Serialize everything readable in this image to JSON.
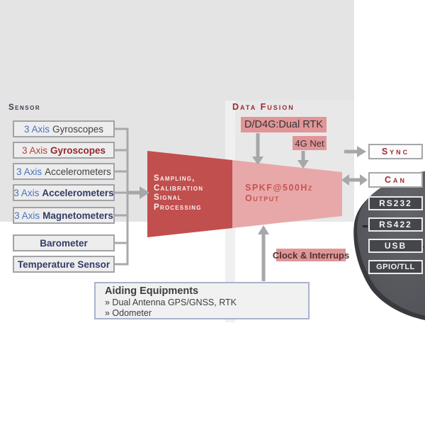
{
  "diagram": {
    "sensor": {
      "label": "Sensor",
      "boxes": [
        {
          "prefix": "3 Axis",
          "name": "Gyroscopes"
        },
        {
          "prefix": "3 Axis",
          "name": "Gyroscopes"
        },
        {
          "prefix": "3 Axis",
          "name": "Accelerometers"
        },
        {
          "prefix": "3 Axis",
          "name": "Accelerometers"
        },
        {
          "prefix": "3 Axis",
          "name": "Magnetometers"
        },
        {
          "prefix": "",
          "name": "Barometer"
        },
        {
          "prefix": "",
          "name": "Temperature Sensor"
        }
      ]
    },
    "fusion": {
      "label": "Data Fusion",
      "rtk_box": "D/D4G:Dual RTK",
      "net_box": "4G Net",
      "clock_box": "Clock & Interrups"
    },
    "processing": {
      "stage1_lines": [
        "Sampling,",
        "Calibration",
        "Signal",
        "Processing"
      ],
      "stage2_title": "SPKF@500Hz",
      "stage2_subtitle": "Output"
    },
    "outputs": {
      "sync": "Sync",
      "can": "Can",
      "ports": [
        "RS232",
        "RS422",
        "USB",
        "GPIO/TLL"
      ]
    },
    "aiding": {
      "title": "Aiding Equipments",
      "items": [
        "» Dual Antenna GPS/GNSS, RTK",
        "» Odometer"
      ]
    },
    "colors": {
      "panel_gray": "#e4e4e5",
      "funnel_dark": "#c14f4d",
      "funnel_light": "#e8a8a9",
      "pink_box": "#e29597",
      "heading_red": "#9d2b2d",
      "sensor_blue": "#4a74b8",
      "sensor_navy": "#333c66",
      "sensor_red": "#b2423e",
      "arrow_gray": "#a6a7a9",
      "disc_gray": "#55565a"
    }
  }
}
